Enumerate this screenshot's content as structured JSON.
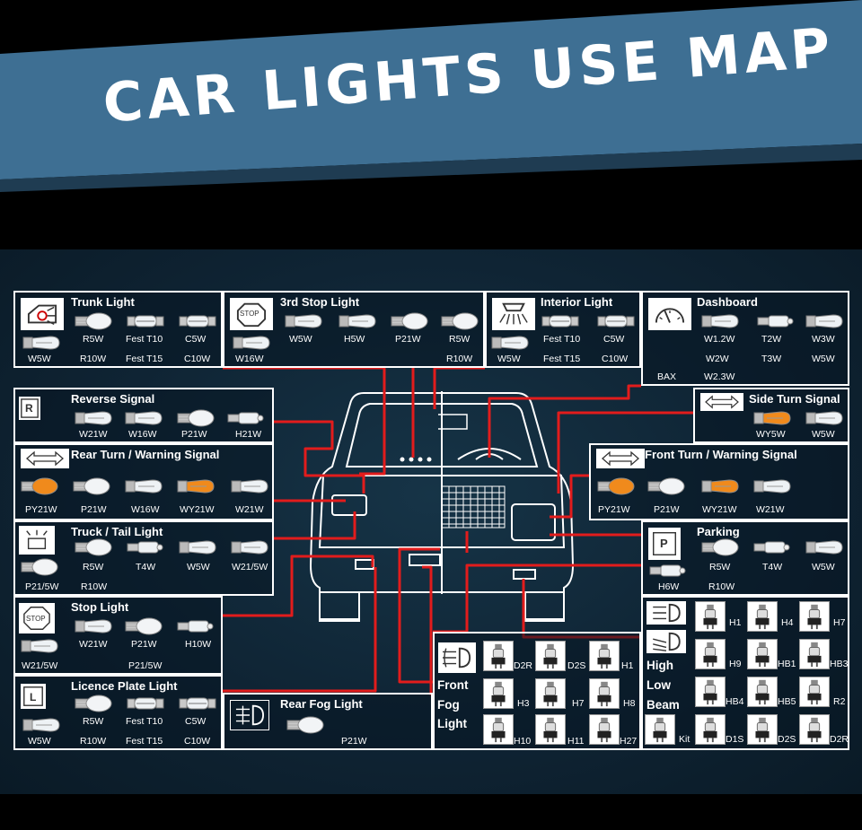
{
  "title": "CAR LIGHTS USE MAP",
  "colors": {
    "banner": "#3e6f93",
    "board": "#0f2434",
    "wire": "#e21c1c",
    "amber": "#f08a1c"
  },
  "boxes": {
    "trunk": {
      "title": "Trunk Light",
      "icon": "trunk-icon",
      "labels": [
        "R5W",
        "Fest T10",
        "C5W",
        "W5W",
        "R10W",
        "Fest T15",
        "C10W"
      ]
    },
    "stop3": {
      "title": "3rd Stop Light",
      "icon": "stop-icon",
      "labels": [
        "W5W",
        "H5W",
        "P21W",
        "R5W",
        "W16W",
        "R10W"
      ]
    },
    "interior": {
      "title": "Interior Light",
      "icon": "interior-lamp-icon",
      "labels": [
        "Fest T10",
        "C5W",
        "W5W",
        "Fest T15",
        "C10W"
      ]
    },
    "dashboard": {
      "title": "Dashboard",
      "icon": "dashboard-icon",
      "labels": [
        "W1.2W",
        "T2W",
        "W3W",
        "W2W",
        "T3W",
        "W5W",
        "BAX",
        "W2.3W"
      ]
    },
    "reverse": {
      "title": "Reverse Signal",
      "icon": "reverse-icon",
      "icon_text": "R",
      "labels": [
        "W21W",
        "W16W",
        "P21W",
        "H21W"
      ]
    },
    "sideturn": {
      "title": "Side Turn Signal",
      "icon": "double-arrow-icon",
      "labels": [
        "WY5W",
        "W5W"
      ]
    },
    "rearturn": {
      "title": "Rear Turn / Warning Signal",
      "icon": "double-arrow-icon",
      "labels": [
        "PY21W",
        "P21W",
        "W16W",
        "WY21W",
        "W21W"
      ]
    },
    "frontturn": {
      "title": "Front Turn / Warning Signal",
      "icon": "double-arrow-icon",
      "labels": [
        "PY21W",
        "P21W",
        "WY21W",
        "W21W"
      ]
    },
    "tail": {
      "title": "Truck / Tail Light",
      "icon": "tail-light-icon",
      "labels": [
        "R5W",
        "T4W",
        "W5W",
        "W21/5W",
        "P21/5W",
        "R10W"
      ]
    },
    "parking": {
      "title": "Parking",
      "icon": "parking-icon",
      "icon_text": "P",
      "labels": [
        "R5W",
        "T4W",
        "W5W",
        "H6W",
        "R10W"
      ]
    },
    "stop": {
      "title": "Stop Light",
      "icon": "stop-icon",
      "icon_text": "STOP",
      "labels": [
        "W21W",
        "P21W",
        "H10W",
        "W21/5W",
        "P21/5W"
      ]
    },
    "licence": {
      "title": "Licence Plate Light",
      "icon": "licence-icon",
      "icon_text": "L",
      "labels": [
        "R5W",
        "Fest T10",
        "C5W",
        "W5W",
        "R10W",
        "Fest T15",
        "C10W"
      ]
    },
    "rearfog": {
      "title": "Rear Fog Light",
      "icon": "rear-fog-icon",
      "labels": [
        "P21W"
      ]
    },
    "frontfog": {
      "title_lines": [
        "Front",
        "Fog",
        "Light"
      ],
      "icon": "front-fog-icon",
      "labels": [
        "D2R",
        "D2S",
        "H1",
        "H3",
        "H7",
        "H8",
        "H10",
        "H11",
        "H27"
      ]
    },
    "beam": {
      "title_lines": [
        "High",
        "Low",
        "Beam"
      ],
      "icon": "headlight-icon",
      "labels": [
        "H1",
        "H4",
        "H7",
        "H9",
        "HB1",
        "HB3",
        "HB4",
        "HB5",
        "R2",
        "Kit",
        "D1S",
        "D2S",
        "D2R"
      ]
    }
  },
  "stop_icon_text": "STOP"
}
